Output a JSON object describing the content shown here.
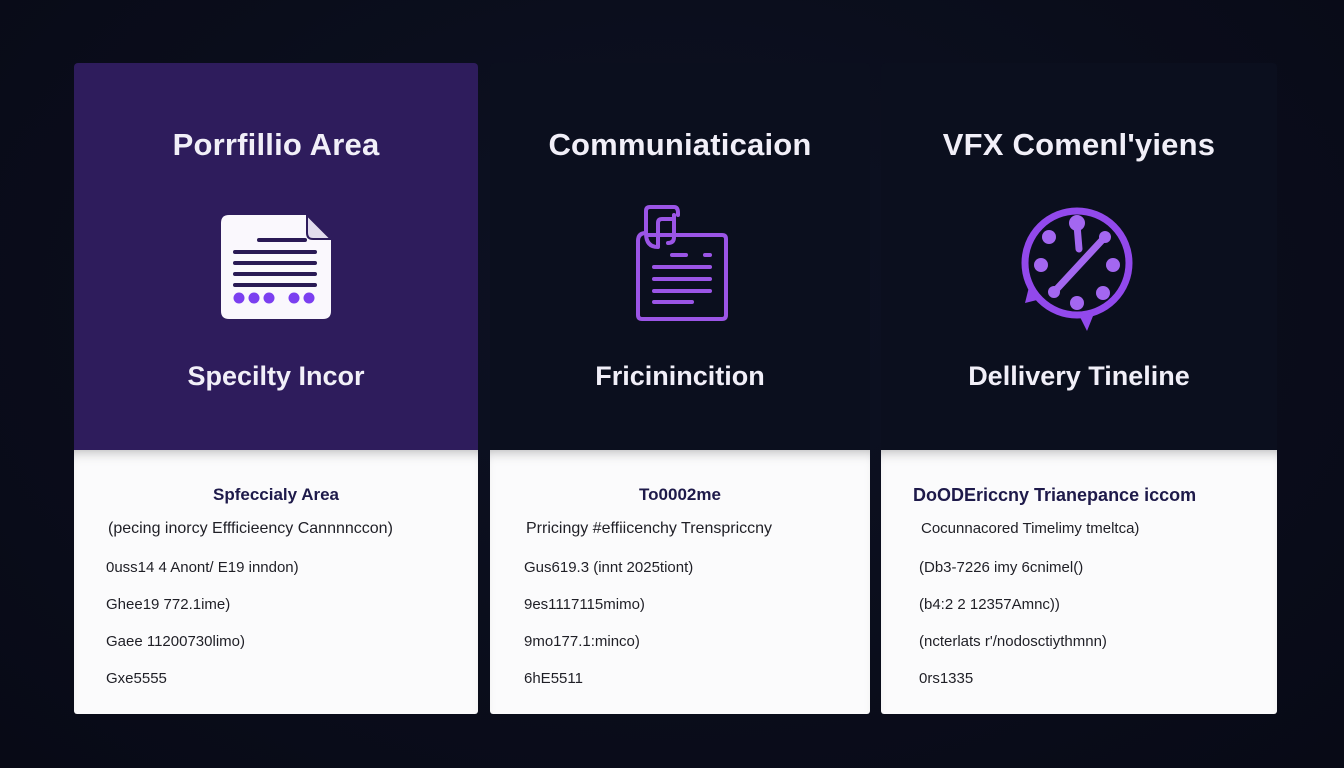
{
  "colors": {
    "background": "#0b0f1e",
    "highlight_card": "#2e1c5c",
    "accent": "#8a4cf0",
    "panel": "#fbfbfc",
    "panel_title": "#1e1a4a"
  },
  "cards": [
    {
      "title": "Porrfillio Area",
      "icon": "document-icon",
      "subtitle": "Specilty Incor",
      "selected": true,
      "panel": {
        "title": "Spfeccialy Area",
        "lines": [
          "(pecing inorcy Effficieency Cannnnccon)",
          "0uss14 4 Anont/ E19 inndon)",
          "Ghee19 772.1ime)",
          "Gaee 11200730limo)",
          "Gxe5555"
        ]
      }
    },
    {
      "title": "Communiaticaion",
      "icon": "clipboard-document-icon",
      "subtitle": "Fricinincition",
      "selected": false,
      "panel": {
        "title": "To0002me",
        "lines": [
          "Prricingy #effiicenchy Trenspriccny",
          "Gus619.3 (innt 2025tiont)",
          "9es1117115mimo)",
          "9mo177.1:minco)",
          "6hE5511"
        ]
      }
    },
    {
      "title": "VFX Comenl'yiens",
      "icon": "clock-chat-icon",
      "subtitle": "Dellivery Tineline",
      "selected": false,
      "panel": {
        "title": "DoODEriccny Trianepance iccom",
        "lines": [
          "Cocunnacored Timelimy tmeltca)",
          "(Db3-7226 imy 6cnimel()",
          "(b4:2 2 12357Amnc))",
          "(ncterlats r'/nodosctiythmnn)",
          "0rs1335"
        ]
      }
    }
  ]
}
